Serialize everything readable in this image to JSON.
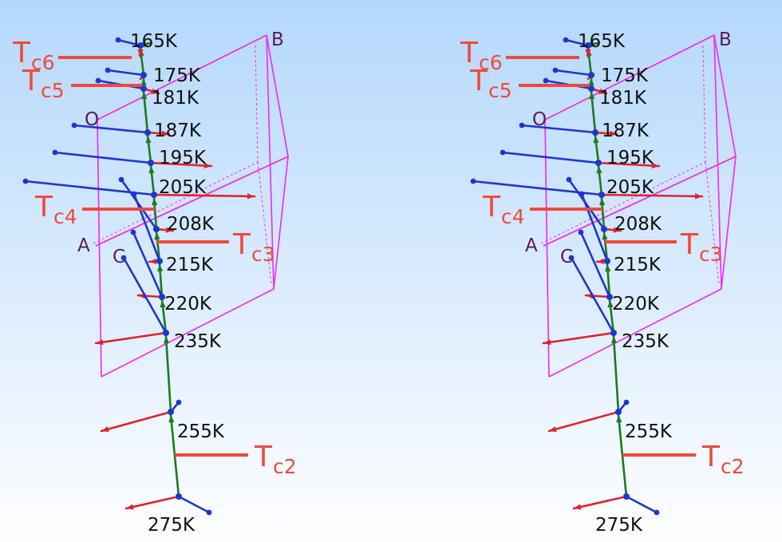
{
  "temperatures": [
    "165K",
    "175K",
    "181K",
    "187K",
    "195K",
    "205K",
    "208K",
    "215K",
    "220K",
    "235K",
    "255K",
    "275K"
  ],
  "axes": {
    "o": "O",
    "a": "A",
    "b": "B",
    "c": "C"
  },
  "transitions": [
    {
      "main": "T",
      "sub": "c6"
    },
    {
      "main": "T",
      "sub": "c5"
    },
    {
      "main": "T",
      "sub": "c4"
    },
    {
      "main": "T",
      "sub": "c3"
    },
    {
      "main": "T",
      "sub": "c2"
    }
  ],
  "colors": {
    "background_top": "#b4d8fc",
    "background_bottom": "#fefeff",
    "green": "#1d7a1d",
    "blue": "#1f35d0",
    "red": "#e0222c",
    "cell": "#ee32ee",
    "tc_line": "#ee4a3c",
    "text": "#111111",
    "axis_label": "#5c1a57"
  }
}
